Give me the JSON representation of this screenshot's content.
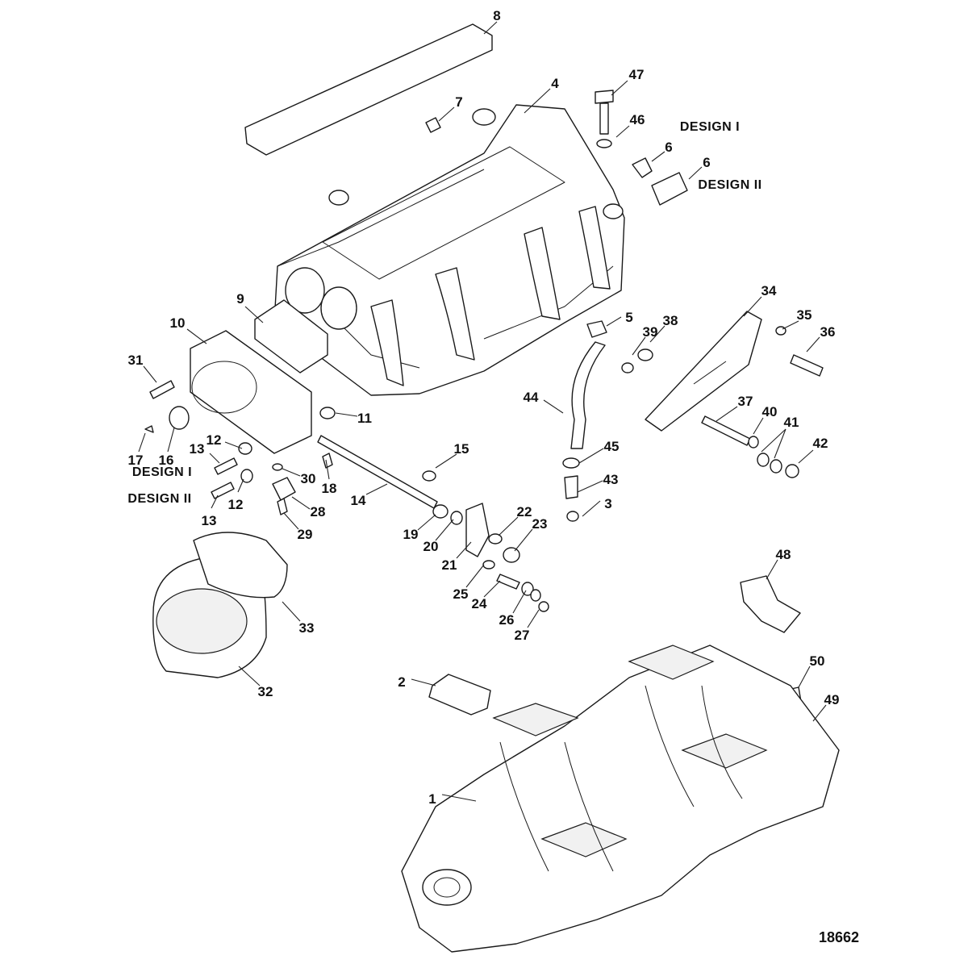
{
  "callouts": [
    {
      "id": "1",
      "label": "1"
    },
    {
      "id": "2",
      "label": "2"
    },
    {
      "id": "3",
      "label": "3"
    },
    {
      "id": "4",
      "label": "4"
    },
    {
      "id": "5",
      "label": "5"
    },
    {
      "id": "6a",
      "label": "6"
    },
    {
      "id": "6b",
      "label": "6"
    },
    {
      "id": "7",
      "label": "7"
    },
    {
      "id": "8",
      "label": "8"
    },
    {
      "id": "9",
      "label": "9"
    },
    {
      "id": "10",
      "label": "10"
    },
    {
      "id": "11",
      "label": "11"
    },
    {
      "id": "12a",
      "label": "12"
    },
    {
      "id": "12b",
      "label": "12"
    },
    {
      "id": "13a",
      "label": "13"
    },
    {
      "id": "13b",
      "label": "13"
    },
    {
      "id": "14",
      "label": "14"
    },
    {
      "id": "15",
      "label": "15"
    },
    {
      "id": "16",
      "label": "16"
    },
    {
      "id": "17",
      "label": "17"
    },
    {
      "id": "18",
      "label": "18"
    },
    {
      "id": "19",
      "label": "19"
    },
    {
      "id": "20",
      "label": "20"
    },
    {
      "id": "21",
      "label": "21"
    },
    {
      "id": "22",
      "label": "22"
    },
    {
      "id": "23",
      "label": "23"
    },
    {
      "id": "24",
      "label": "24"
    },
    {
      "id": "25",
      "label": "25"
    },
    {
      "id": "26",
      "label": "26"
    },
    {
      "id": "27",
      "label": "27"
    },
    {
      "id": "28",
      "label": "28"
    },
    {
      "id": "29",
      "label": "29"
    },
    {
      "id": "30",
      "label": "30"
    },
    {
      "id": "31",
      "label": "31"
    },
    {
      "id": "32",
      "label": "32"
    },
    {
      "id": "33",
      "label": "33"
    },
    {
      "id": "34",
      "label": "34"
    },
    {
      "id": "35",
      "label": "35"
    },
    {
      "id": "36",
      "label": "36"
    },
    {
      "id": "37",
      "label": "37"
    },
    {
      "id": "38",
      "label": "38"
    },
    {
      "id": "39",
      "label": "39"
    },
    {
      "id": "40",
      "label": "40"
    },
    {
      "id": "41",
      "label": "41"
    },
    {
      "id": "42",
      "label": "42"
    },
    {
      "id": "43",
      "label": "43"
    },
    {
      "id": "44",
      "label": "44"
    },
    {
      "id": "45",
      "label": "45"
    },
    {
      "id": "46",
      "label": "46"
    },
    {
      "id": "47",
      "label": "47"
    },
    {
      "id": "48",
      "label": "48"
    },
    {
      "id": "49",
      "label": "49"
    },
    {
      "id": "50",
      "label": "50"
    }
  ],
  "design_labels": [
    {
      "id": "d1-top",
      "text": "DESIGN I"
    },
    {
      "id": "d2-top",
      "text": "DESIGN II"
    },
    {
      "id": "d1-left",
      "text": "DESIGN I"
    },
    {
      "id": "d2-left",
      "text": "DESIGN II"
    }
  ],
  "drawing_number": "18662"
}
